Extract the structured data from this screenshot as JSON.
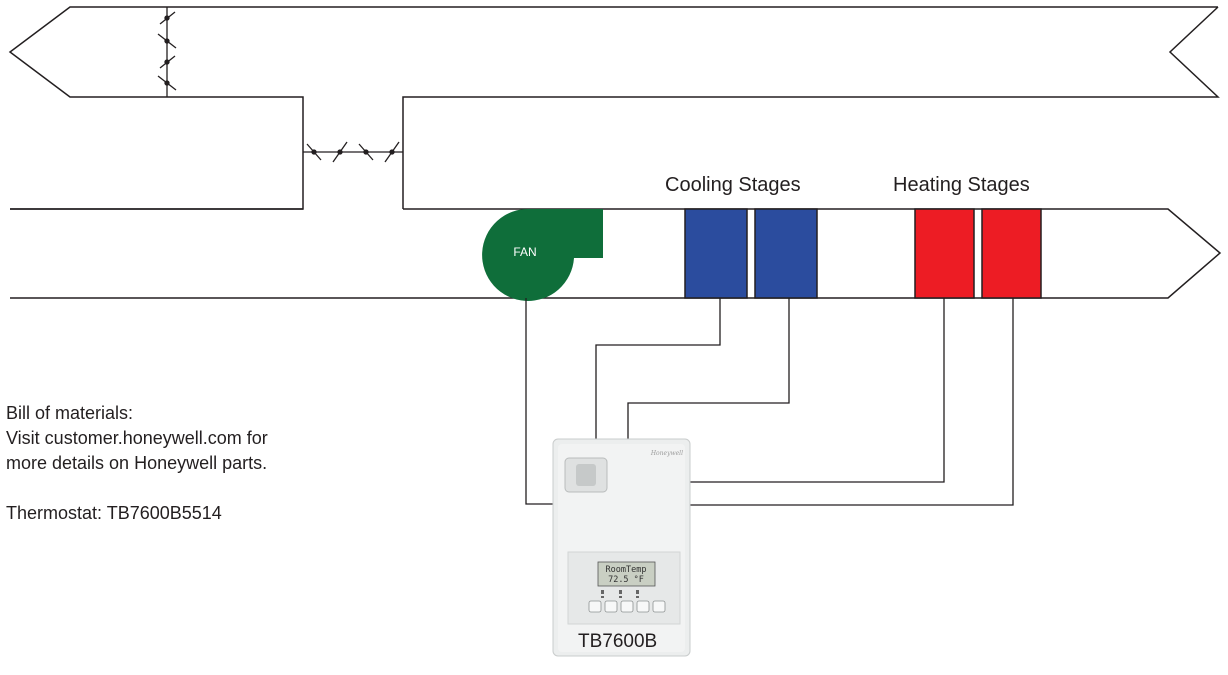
{
  "labels": {
    "cooling_stages": "Cooling Stages",
    "heating_stages": "Heating Stages",
    "fan": "FAN"
  },
  "notes": {
    "line1": "Bill of materials:",
    "line2": "Visit customer.honeywell.com for",
    "line3": "more details on Honeywell parts.",
    "line4": "Thermostat: TB7600B5514"
  },
  "device": {
    "name": "TB7600B",
    "brand": "Honeywell",
    "display_line1": "RoomTemp",
    "display_line2": "72.5 °F"
  },
  "colors": {
    "line": "#231f20",
    "cooling": "#2b4c9e",
    "heating": "#ed1c24",
    "fan": "#0f6e3a",
    "thermostat_body": "#eceeee"
  }
}
